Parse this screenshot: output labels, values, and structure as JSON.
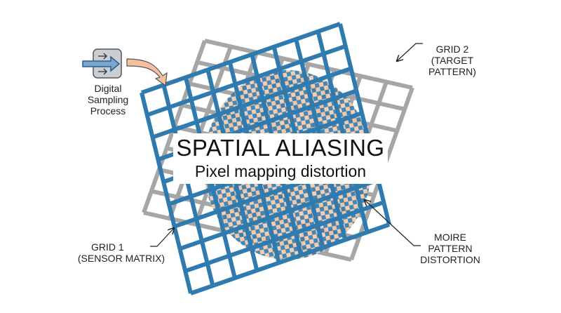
{
  "title": "SPATIAL ALIASING",
  "subtitle": "Pixel mapping distortion",
  "labels": {
    "sampling": [
      "Digital",
      "Sampling",
      "Process"
    ],
    "grid2": [
      "GRID 2",
      "(TARGET",
      "PATTERN)"
    ],
    "grid1": [
      "GRID 1",
      "(SENSOR MATRIX)"
    ],
    "moire": [
      "MOIRE",
      "PATTERN",
      "DISTORTION"
    ]
  },
  "colors": {
    "blue": "#2f7bb0",
    "gray": "#a6a6a6",
    "peach": "#f4bf9c",
    "icon_bg": "#c9ced3"
  }
}
